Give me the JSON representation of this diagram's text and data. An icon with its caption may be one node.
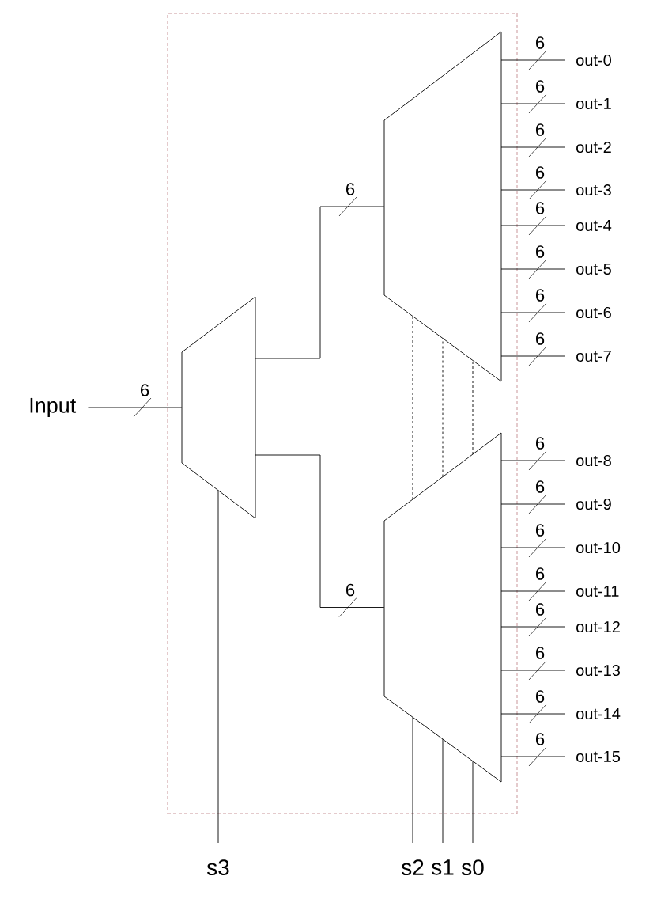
{
  "diagram": {
    "nodes": [
      {
        "text": [],
        "shape": "box"
      },
      {
        "text": [],
        "shape": "trapezoid",
        "in": 0
      },
      {
        "text": [],
        "shape": "trapezoid",
        "in": 0
      },
      {
        "text": [],
        "shape": "trapezoid",
        "in": 0
      },
      {
        "text": [
          "Input"
        ]
      },
      {
        "text": [
          "out-0"
        ]
      },
      {
        "text": [
          "out-1"
        ]
      },
      {
        "text": [
          "out-2"
        ]
      },
      {
        "text": [
          "out-3"
        ]
      },
      {
        "text": [
          "out-4"
        ]
      },
      {
        "text": [
          "out-5"
        ]
      },
      {
        "text": [
          "out-6"
        ]
      },
      {
        "text": [
          "out-7"
        ]
      },
      {
        "text": [
          "out-8"
        ]
      },
      {
        "text": [
          "out-9"
        ]
      },
      {
        "text": [
          "out-10"
        ]
      },
      {
        "text": [
          "out-11"
        ]
      },
      {
        "text": [
          "out-12"
        ]
      },
      {
        "text": [
          "out-13"
        ]
      },
      {
        "text": [
          "out-14"
        ]
      },
      {
        "text": [
          "out-15"
        ]
      },
      {
        "text": [
          "s3"
        ]
      },
      {
        "text": [
          "s2"
        ]
      },
      {
        "text": [
          "s1"
        ]
      },
      {
        "text": [
          "s0"
        ]
      }
    ],
    "edges": [
      {
        "from": 4,
        "to": 1,
        "arrow": "none",
        "label": "6"
      },
      {
        "from": 1,
        "to": 2,
        "arrow": "none",
        "label": "6"
      },
      {
        "from": 1,
        "to": 3,
        "arrow": "none",
        "label": "6"
      },
      {
        "from": 2,
        "to": 5,
        "arrow": "none",
        "label": "6"
      },
      {
        "from": 2,
        "to": 6,
        "arrow": "none",
        "label": "6"
      },
      {
        "from": 2,
        "to": 7,
        "arrow": "none",
        "label": "6"
      },
      {
        "from": 2,
        "to": 8,
        "arrow": "none",
        "label": "6"
      },
      {
        "from": 2,
        "to": 9,
        "arrow": "none",
        "label": "6"
      },
      {
        "from": 2,
        "to": 10,
        "arrow": "none",
        "label": "6"
      },
      {
        "from": 2,
        "to": 11,
        "arrow": "none",
        "label": "6"
      },
      {
        "from": 2,
        "to": 12,
        "arrow": "none",
        "label": "6"
      },
      {
        "from": 3,
        "to": 13,
        "arrow": "none",
        "label": "6"
      },
      {
        "from": 3,
        "to": 14,
        "arrow": "none",
        "label": "6"
      },
      {
        "from": 3,
        "to": 15,
        "arrow": "none",
        "label": "6"
      },
      {
        "from": 3,
        "to": 16,
        "arrow": "none",
        "label": "6"
      },
      {
        "from": 3,
        "to": 17,
        "arrow": "none",
        "label": "6"
      },
      {
        "from": 3,
        "to": 18,
        "arrow": "none",
        "label": "6"
      },
      {
        "from": 3,
        "to": 19,
        "arrow": "none",
        "label": "6"
      },
      {
        "from": 3,
        "to": 20,
        "arrow": "none",
        "label": "6"
      },
      {
        "from": 21,
        "to": 1,
        "arrow": "none"
      },
      {
        "from": 22,
        "to": 3,
        "arrow": "none"
      },
      {
        "from": 23,
        "to": 3,
        "arrow": "none"
      },
      {
        "from": 24,
        "to": 3,
        "arrow": "none"
      },
      {
        "from": 3,
        "to": 2,
        "arrow": "none",
        "style": "dashed"
      },
      {
        "from": 3,
        "to": 2,
        "arrow": "none",
        "style": "dashed"
      },
      {
        "from": 3,
        "to": 2,
        "arrow": "none",
        "style": "dashed"
      }
    ]
  }
}
